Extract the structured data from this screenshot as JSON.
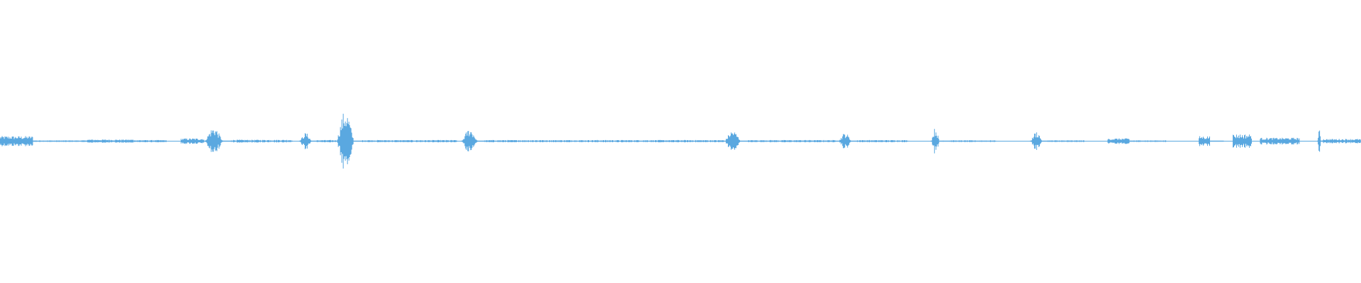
{
  "waveform": {
    "color": "#5aa8e0",
    "segments": [
      {
        "start": 0.0,
        "end": 0.024,
        "peak": 0.018
      },
      {
        "start": 0.024,
        "end": 0.064,
        "peak": 0.003
      },
      {
        "start": 0.064,
        "end": 0.098,
        "peak": 0.006
      },
      {
        "start": 0.098,
        "end": 0.122,
        "peak": 0.004
      },
      {
        "start": 0.133,
        "end": 0.15,
        "peak": 0.01
      },
      {
        "start": 0.15,
        "end": 0.17,
        "peak": 0.05
      },
      {
        "start": 0.17,
        "end": 0.215,
        "peak": 0.005
      },
      {
        "start": 0.22,
        "end": 0.233,
        "peak": 0.03
      },
      {
        "start": 0.233,
        "end": 0.247,
        "peak": 0.004
      },
      {
        "start": 0.247,
        "end": 0.266,
        "peak": 0.11
      },
      {
        "start": 0.266,
        "end": 0.336,
        "peak": 0.004
      },
      {
        "start": 0.339,
        "end": 0.356,
        "peak": 0.045
      },
      {
        "start": 0.356,
        "end": 0.532,
        "peak": 0.004
      },
      {
        "start": 0.532,
        "end": 0.55,
        "peak": 0.038
      },
      {
        "start": 0.55,
        "end": 0.616,
        "peak": 0.004
      },
      {
        "start": 0.616,
        "end": 0.63,
        "peak": 0.03
      },
      {
        "start": 0.63,
        "end": 0.667,
        "peak": 0.004
      },
      {
        "start": 0.684,
        "end": 0.693,
        "peak": 0.048
      },
      {
        "start": 0.693,
        "end": 0.732,
        "peak": 0.003
      },
      {
        "start": 0.757,
        "end": 0.77,
        "peak": 0.035
      },
      {
        "start": 0.77,
        "end": 0.797,
        "peak": 0.003
      },
      {
        "start": 0.814,
        "end": 0.83,
        "peak": 0.01
      },
      {
        "start": 0.83,
        "end": 0.857,
        "peak": 0.003
      },
      {
        "start": 0.881,
        "end": 0.889,
        "peak": 0.018
      },
      {
        "start": 0.889,
        "end": 0.899,
        "peak": 0.002
      },
      {
        "start": 0.906,
        "end": 0.92,
        "peak": 0.025
      },
      {
        "start": 0.926,
        "end": 0.955,
        "peak": 0.012
      },
      {
        "start": 0.968,
        "end": 0.972,
        "peak": 0.04
      },
      {
        "start": 0.972,
        "end": 1.0,
        "peak": 0.008
      }
    ]
  }
}
